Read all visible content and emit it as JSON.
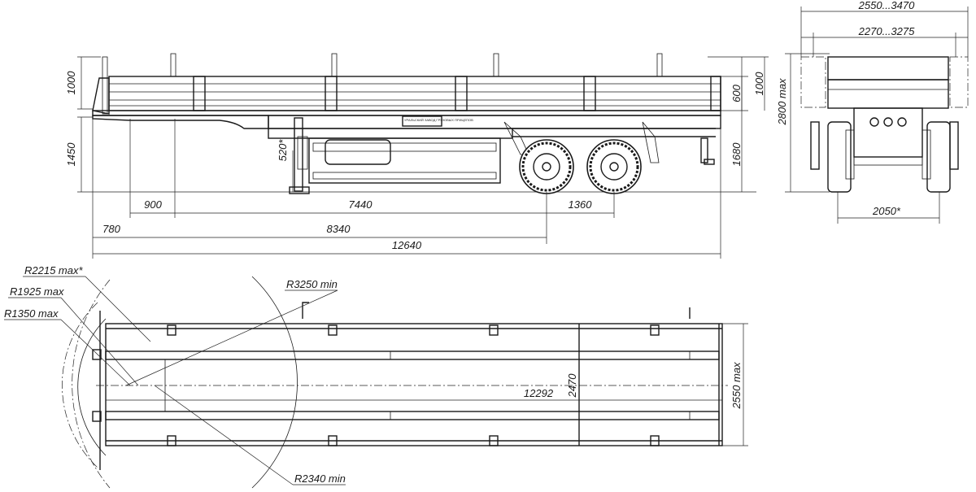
{
  "side_view": {
    "height_board": "1000",
    "height_deck": "1450",
    "length_900": "900",
    "length_7440": "7440",
    "length_1360": "1360",
    "length_780": "780",
    "length_8340": "8340",
    "length_12640": "12640",
    "kingpin_height": "520*",
    "board_600": "600",
    "board_1000_right": "1000",
    "total_height": "1680",
    "plate_text": "УРАЛЬСКИЙ ЗАВОД\nГРУЗОВЫХ ПРИЦЕПОВ"
  },
  "front_view": {
    "width_outer": "2550...3470",
    "width_inner": "2270...3275",
    "height_max": "2800 max",
    "track": "2050*"
  },
  "top_view": {
    "r2215": "R2215 max*",
    "r1925": "R1925 max",
    "r1350": "R1350  max",
    "r3250": "R3250 min",
    "r2340": "R2340 min",
    "length_12292": "12292",
    "width_2470": "2470",
    "width_2550": "2550 max"
  }
}
